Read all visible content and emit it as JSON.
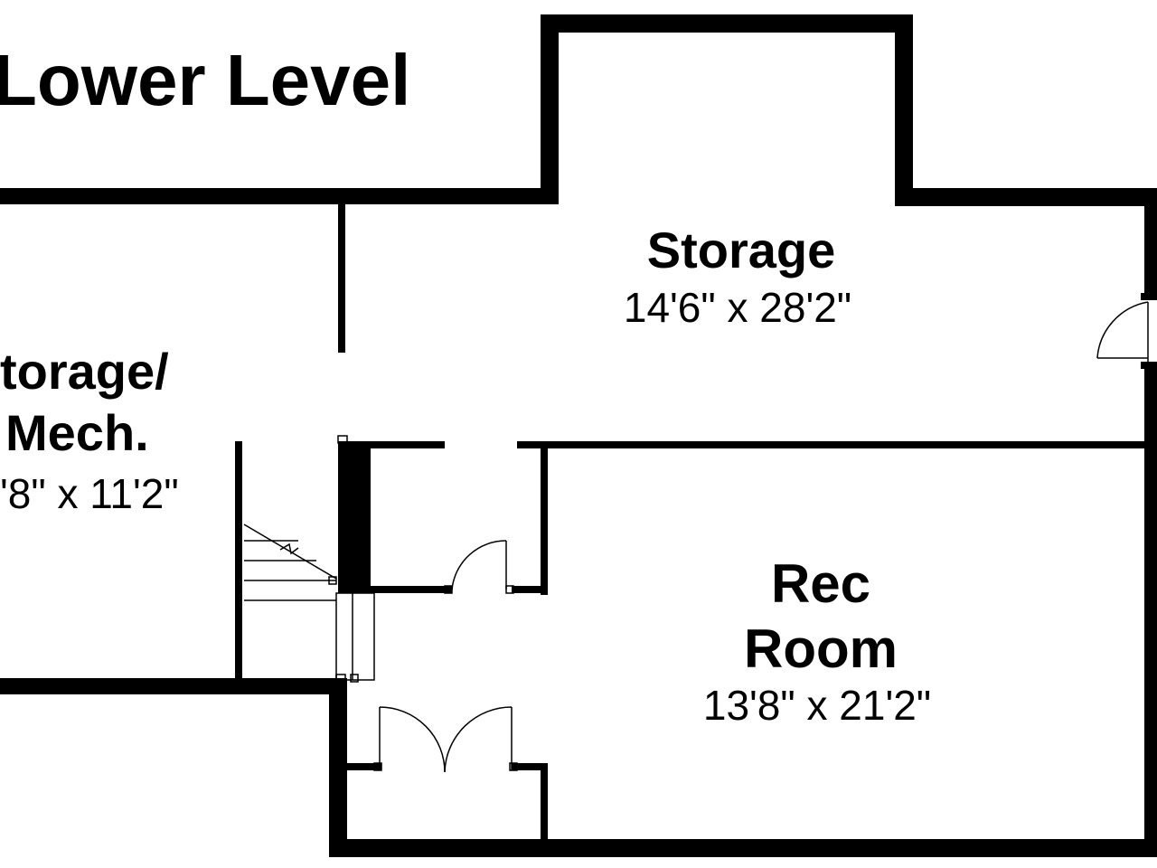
{
  "title": "Lower Level",
  "rooms": {
    "storage": {
      "name": "Storage",
      "dims": "14'6\" x 28'2\""
    },
    "storage_mech": {
      "name_line1": "torage/",
      "name_line2": "Mech.",
      "dims": "'8\" x 11'2\""
    },
    "rec_room": {
      "name_line1": "Rec",
      "name_line2": "Room",
      "dims": "13'8\" x 21'2\""
    }
  },
  "colors": {
    "wall": "#000000",
    "background": "#ffffff"
  }
}
